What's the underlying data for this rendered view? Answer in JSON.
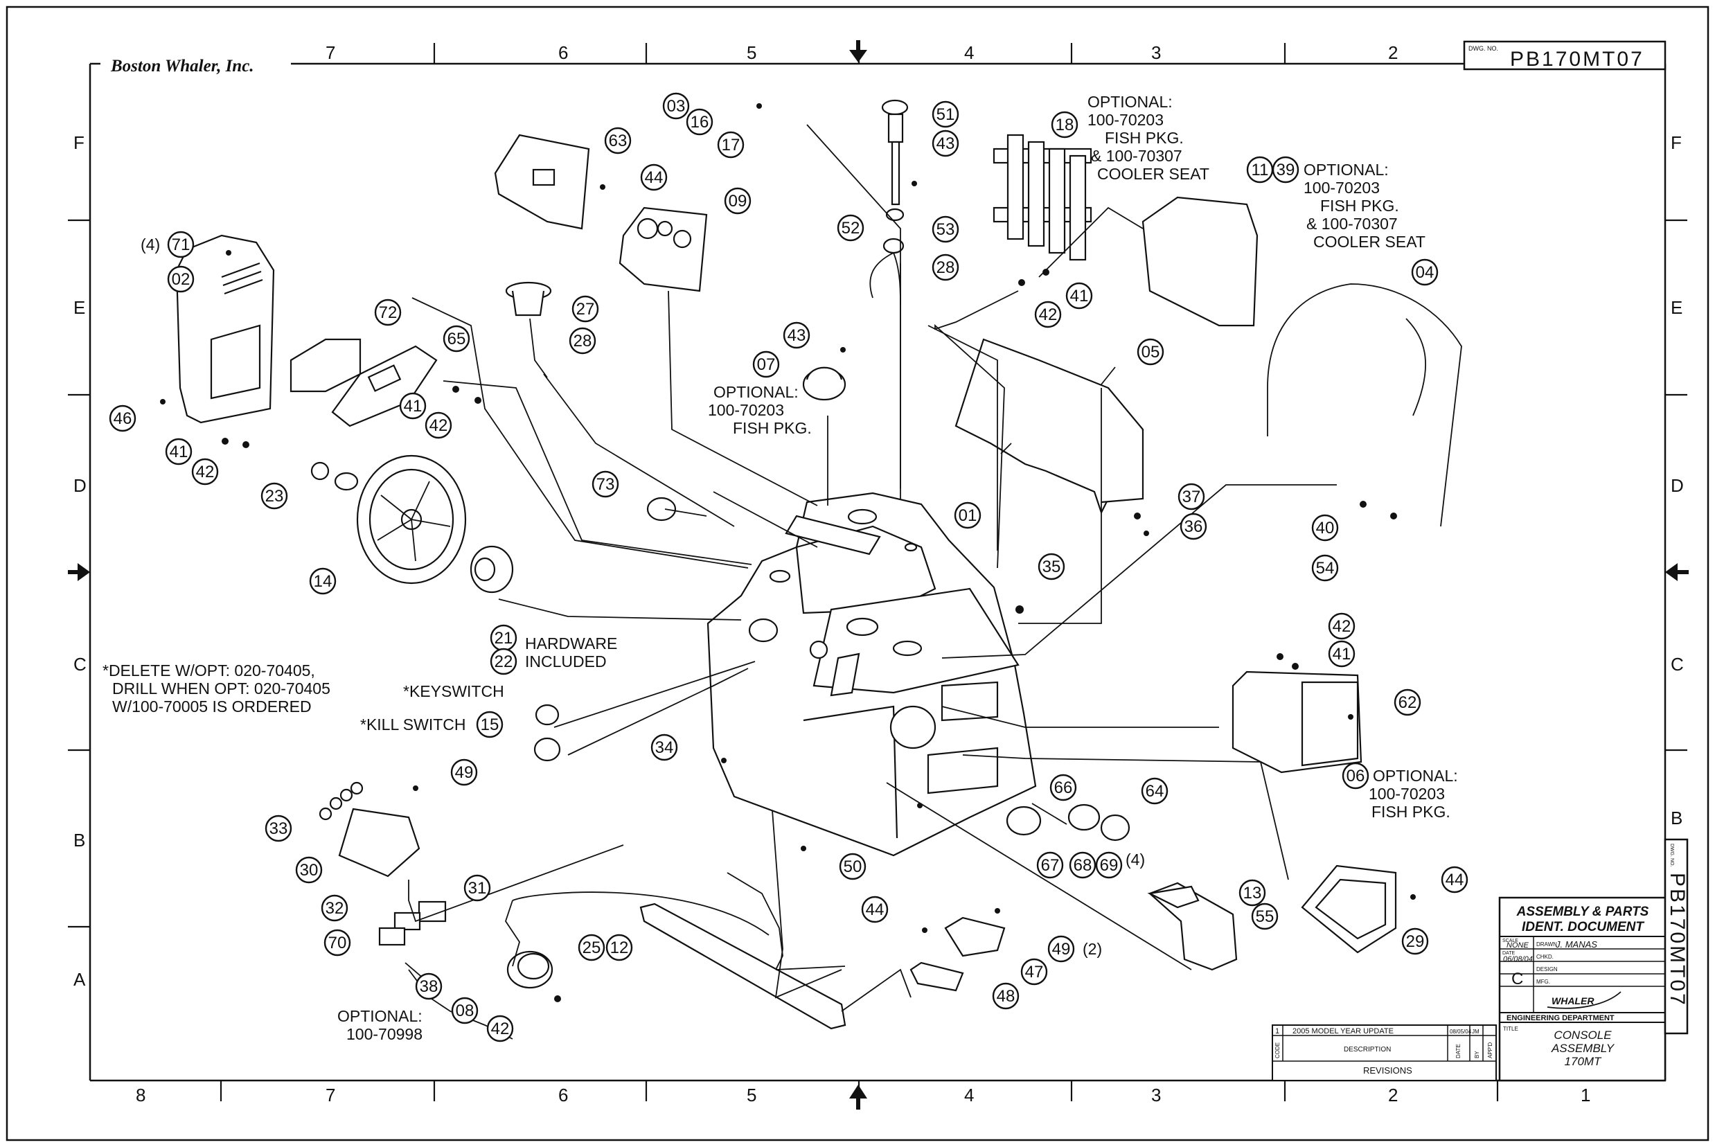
{
  "drawing": {
    "company": "Boston Whaler, Inc.",
    "dwg_no_label": "DWG. NO.",
    "dwg_no": "PB170MT07"
  },
  "zones": {
    "top": [
      "7",
      "6",
      "5",
      "4",
      "3",
      "2"
    ],
    "bottom": [
      "8",
      "7",
      "6",
      "5",
      "4",
      "3",
      "2",
      "1"
    ],
    "left": [
      "F",
      "E",
      "D",
      "C",
      "B",
      "A"
    ],
    "right": [
      "F",
      "E",
      "D",
      "C",
      "B"
    ]
  },
  "callouts": {
    "c03": "03",
    "c16": "16",
    "c17": "17",
    "c51": "51",
    "c43a": "43",
    "c52": "52",
    "c53": "53",
    "c28a": "28",
    "c18": "18",
    "c11": "11",
    "c39": "39",
    "c63": "63",
    "c44a": "44",
    "c09": "09",
    "c71": "71",
    "c02": "02",
    "c72": "72",
    "c65": "65",
    "c27": "27",
    "c28b": "28",
    "c43b": "43",
    "c07": "07",
    "c41a": "41",
    "c42a": "42",
    "c04": "04",
    "c05": "05",
    "c46": "46",
    "c41b": "41",
    "c42b": "42",
    "c41c": "41",
    "c42c": "42",
    "c23": "23",
    "c73": "73",
    "c01": "01",
    "c37": "37",
    "c36": "36",
    "c40": "40",
    "c54": "54",
    "c14": "14",
    "c35": "35",
    "c21": "21",
    "c22": "22",
    "c42d": "42",
    "c41d": "41",
    "c62": "62",
    "c15": "15",
    "c34": "34",
    "c06": "06",
    "c49a": "49",
    "c66": "66",
    "c64": "64",
    "c33": "33",
    "c30": "30",
    "c67": "67",
    "c68": "68",
    "c69": "69",
    "c50": "50",
    "c31": "31",
    "c44b": "44",
    "c13": "13",
    "c55": "55",
    "c32": "32",
    "c70": "70",
    "c25": "25",
    "c12": "12",
    "c44c": "44",
    "c49b": "49",
    "c47": "47",
    "c29": "29",
    "c38": "38",
    "c08": "08",
    "c42e": "42",
    "c48": "48"
  },
  "notes": {
    "opt_fish_cooler_18": [
      "OPTIONAL:",
      "100-70203",
      "FISH PKG.",
      "& 100-70307",
      "COOLER SEAT"
    ],
    "opt_fish_cooler_11": [
      "OPTIONAL:",
      "100-70203",
      "FISH PKG.",
      "& 100-70307",
      "COOLER SEAT"
    ],
    "opt_fish_07": [
      "OPTIONAL:",
      "100-70203",
      "FISH PKG."
    ],
    "opt_fish_06": [
      "OPTIONAL:",
      "100-70203",
      "FISH PKG."
    ],
    "opt_70998": [
      "OPTIONAL:",
      "100-70998"
    ],
    "hardware": [
      "HARDWARE",
      "INCLUDED"
    ],
    "delete": [
      "*DELETE W/OPT: 020-70405,",
      "DRILL WHEN OPT: 020-70405",
      "W/100-70005 IS ORDERED"
    ],
    "keyswitch": "*KEYSWITCH",
    "kill_switch": "*KILL SWITCH",
    "qty_71": "(4)",
    "qty_69": "(4)",
    "qty_49": "(2)"
  },
  "title_block": {
    "heading": [
      "ASSEMBLY & PARTS",
      "IDENT. DOCUMENT"
    ],
    "scale_label": "SCALE",
    "scale": "NONE",
    "drawn_label": "DRAWN",
    "drawn": "J. MANAS",
    "chkd_label": "CHKD.",
    "date_label": "DATE",
    "date": "06/08/04",
    "design_label": "DESIGN",
    "mfg_label": "MFG.",
    "rev": "C",
    "dept": "ENGINEERING DEPARTMENT",
    "title_label": "TITLE",
    "title": [
      "CONSOLE",
      "ASSEMBLY",
      "170MT"
    ],
    "logo": "WHALER"
  },
  "revisions": {
    "code": "1",
    "description": "2005 MODEL YEAR UPDATE",
    "date": "08/05/04",
    "by": "JM",
    "header_code": "CODE",
    "header_description": "DESCRIPTION",
    "header_date": "DATE",
    "header_by": "BY",
    "header_appd": "APP'D",
    "caption": "REVISIONS"
  }
}
